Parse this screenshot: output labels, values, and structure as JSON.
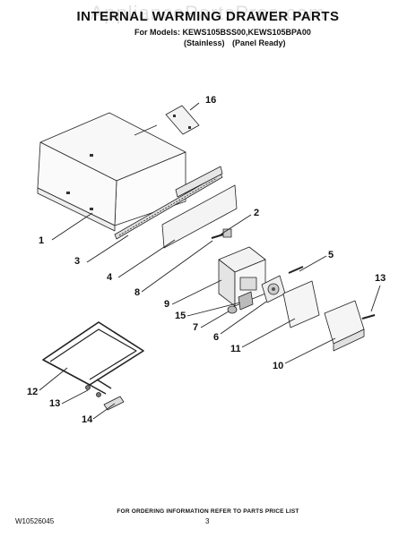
{
  "watermark": "AppliancePartsPros.com",
  "title": "INTERNAL WARMING DRAWER PARTS",
  "models_line": "For Models: KEWS105BSS00,KEWS105BPA00",
  "variants": {
    "stainless": "(Stainless)",
    "panel_ready": "(Panel Ready)"
  },
  "callouts": {
    "c1": "1",
    "c2": "2",
    "c3": "3",
    "c4": "4",
    "c5": "5",
    "c6": "6",
    "c7": "7",
    "c8": "8",
    "c9": "9",
    "c10": "10",
    "c11": "11",
    "c12": "12",
    "c13a": "13",
    "c13b": "13",
    "c14": "14",
    "c15": "15",
    "c16": "16"
  },
  "footer": {
    "ordering_info": "FOR ORDERING INFORMATION REFER TO PARTS PRICE LIST",
    "doc_number": "W10526045",
    "page_number": "3"
  }
}
